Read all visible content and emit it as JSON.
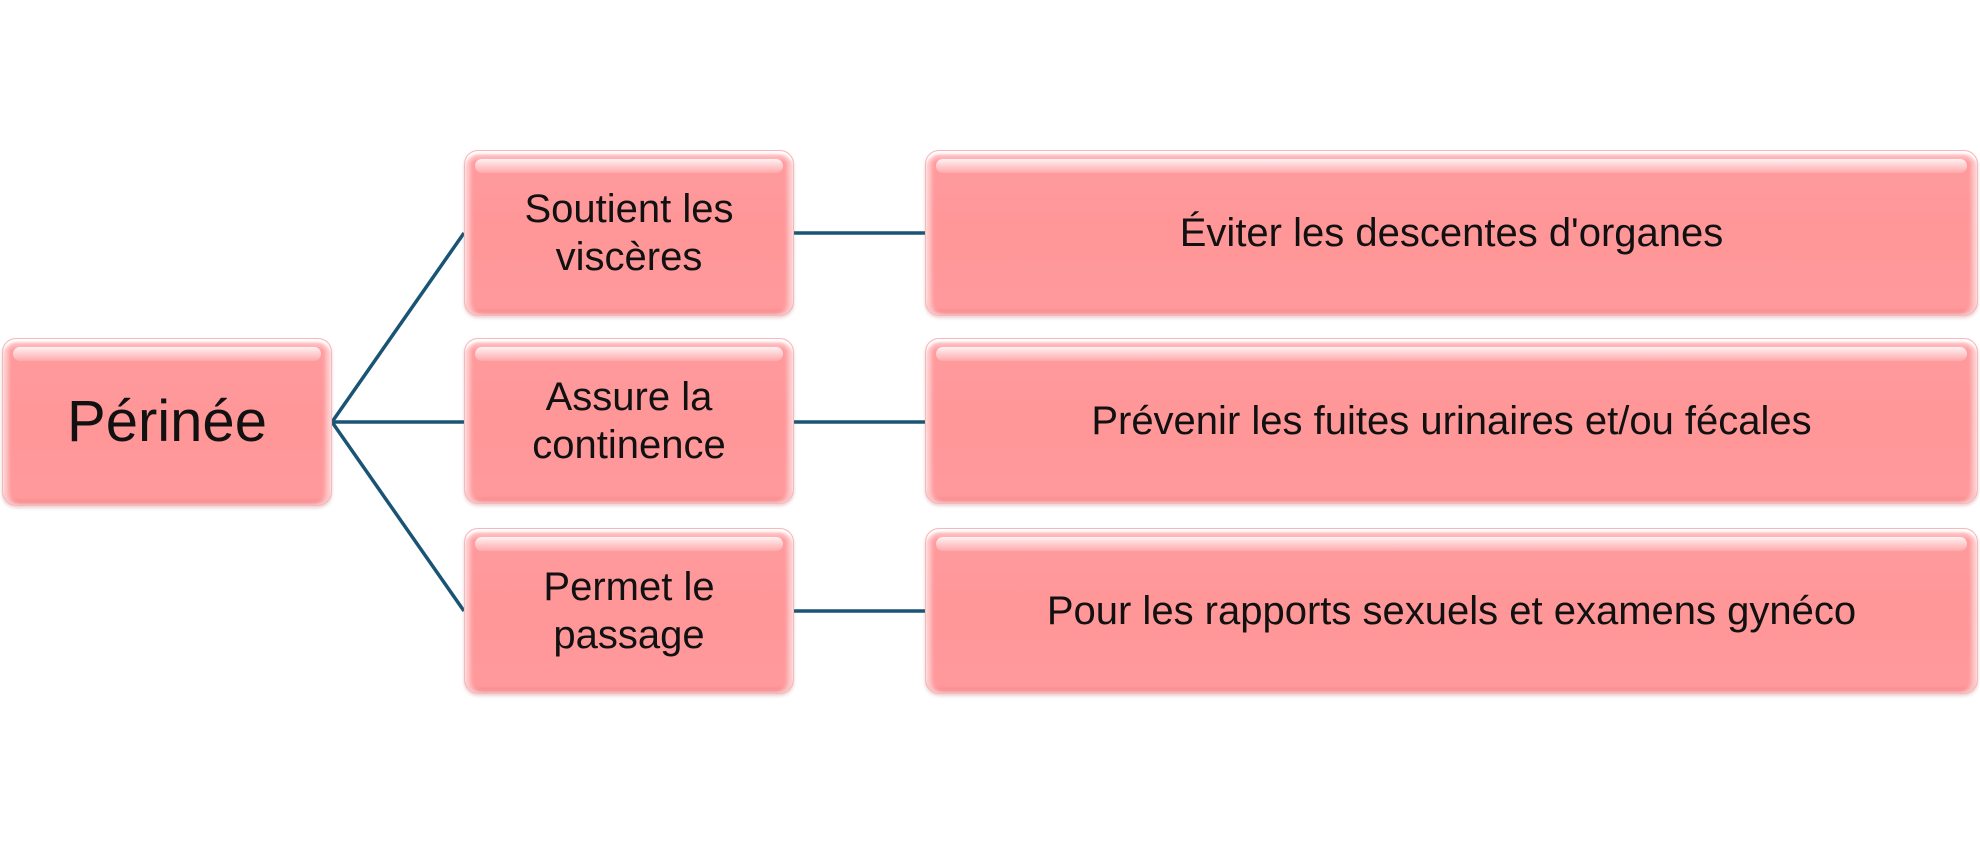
{
  "diagram": {
    "root": {
      "label": "Périnée"
    },
    "branches": [
      {
        "label": "Soutient les viscères",
        "detail": "Éviter les descentes d'organes"
      },
      {
        "label": "Assure la continence",
        "detail": "Prévenir les fuites urinaires et/ou fécales"
      },
      {
        "label": "Permet le passage",
        "detail": "Pour les rapports sexuels et examens gynéco"
      }
    ],
    "colors": {
      "node_fill": "#ff9698",
      "connector": "#1a5474"
    }
  }
}
